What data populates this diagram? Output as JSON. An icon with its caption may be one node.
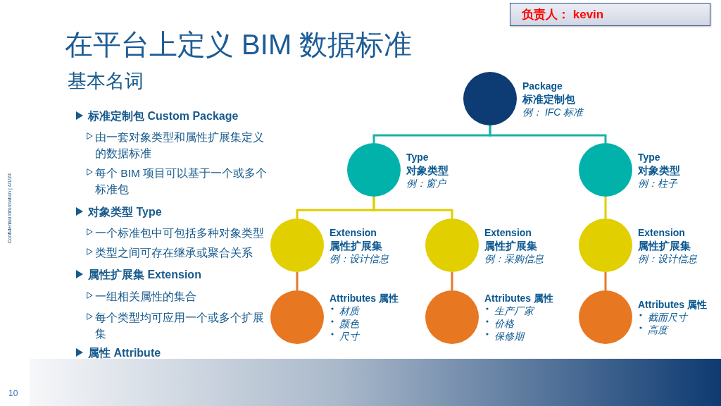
{
  "diagram": {
    "title": "在平台上定义 BIM 数据标准",
    "nodes": [
      {
        "text": [
          "Package",
          "标准定制包",
          "例： IFC 标准"
        ]
      },
      {
        "text": [
          "Type",
          "对象类型",
          "例：窗户"
        ]
      },
      {
        "text": [
          "Type",
          "对象类型",
          "例：柱子"
        ]
      },
      {
        "text": [
          "Extension",
          "属性扩展集",
          "例：设计信息"
        ]
      },
      {
        "text": [
          "Extension",
          "属性扩展集",
          "例：采购信息"
        ]
      },
      {
        "text": [
          "Extension",
          "属性扩展集",
          "例：设计信息"
        ]
      },
      {
        "text": [
          "Attributes 属性",
          "材质",
          "颜色",
          "尺寸"
        ]
      },
      {
        "text": [
          "Attributes 属性",
          "生产厂家",
          "价格",
          "保修期"
        ]
      },
      {
        "text": [
          "Attributes 属性",
          "截面尺寸",
          "高度"
        ]
      }
    ],
    "edges": [
      {
        "from": 0,
        "to": 1,
        "arrow": "none",
        "color": "#19b3a7"
      },
      {
        "from": 0,
        "to": 2,
        "arrow": "none",
        "color": "#19b3a7"
      },
      {
        "from": 1,
        "to": 3,
        "arrow": "none",
        "color": "#e1cd00"
      },
      {
        "from": 1,
        "to": 4,
        "arrow": "none",
        "color": "#e1cd00"
      },
      {
        "from": 2,
        "to": 5,
        "arrow": "none",
        "color": "#e1cd00"
      },
      {
        "from": 3,
        "to": 6,
        "arrow": "none",
        "color": "#e8772a"
      },
      {
        "from": 4,
        "to": 7,
        "arrow": "none",
        "color": "#e8772a"
      },
      {
        "from": 5,
        "to": 8,
        "arrow": "none",
        "color": "#e8772a"
      }
    ],
    "labels": [
      "负责人： kevin",
      "基本名词",
      "标准定制包 Custom Package",
      "由一套对象类型和属性扩展集定义的数据标准",
      "每个 BIM 项目可以基于一个或多个标准包",
      "对象类型 Type",
      "一个标准包中可包括多种对象类型",
      "类型之间可存在继承或聚合关系",
      "属性扩展集 Extension",
      "一组相关属性的集合",
      "每个类型均可应用一个或多个扩展集",
      "属性 Attribute",
      "Confidential Information | 4/1/24",
      "10"
    ]
  }
}
